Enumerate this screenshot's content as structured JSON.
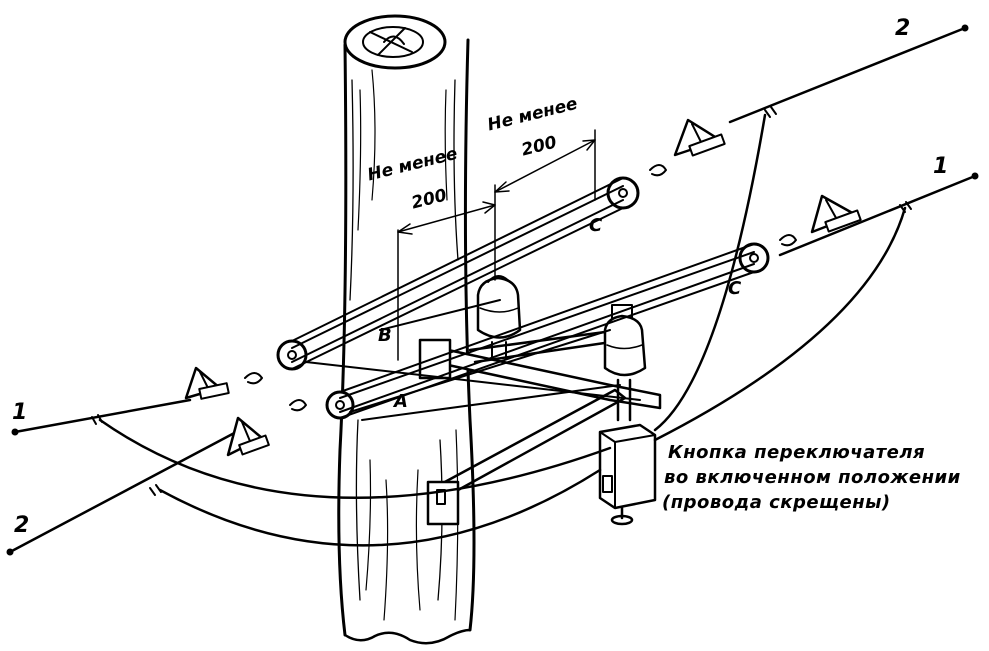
{
  "labels": {
    "wire_1_right": "1",
    "wire_1_left": "1",
    "wire_2_right": "2",
    "wire_2_left": "2",
    "min_left_text": "Не менее",
    "min_left_value": "200",
    "min_right_text": "Не менее",
    "min_right_value": "200",
    "point_b": "В",
    "point_a": "А",
    "point_c_upper": "С",
    "point_c_lower": "С"
  },
  "caption": {
    "line1": "Кнопка переключателя",
    "line2": "во включенном положении",
    "line3": "(провода скрещены)"
  },
  "colors": {
    "ink": "#000000",
    "paper": "#ffffff"
  }
}
